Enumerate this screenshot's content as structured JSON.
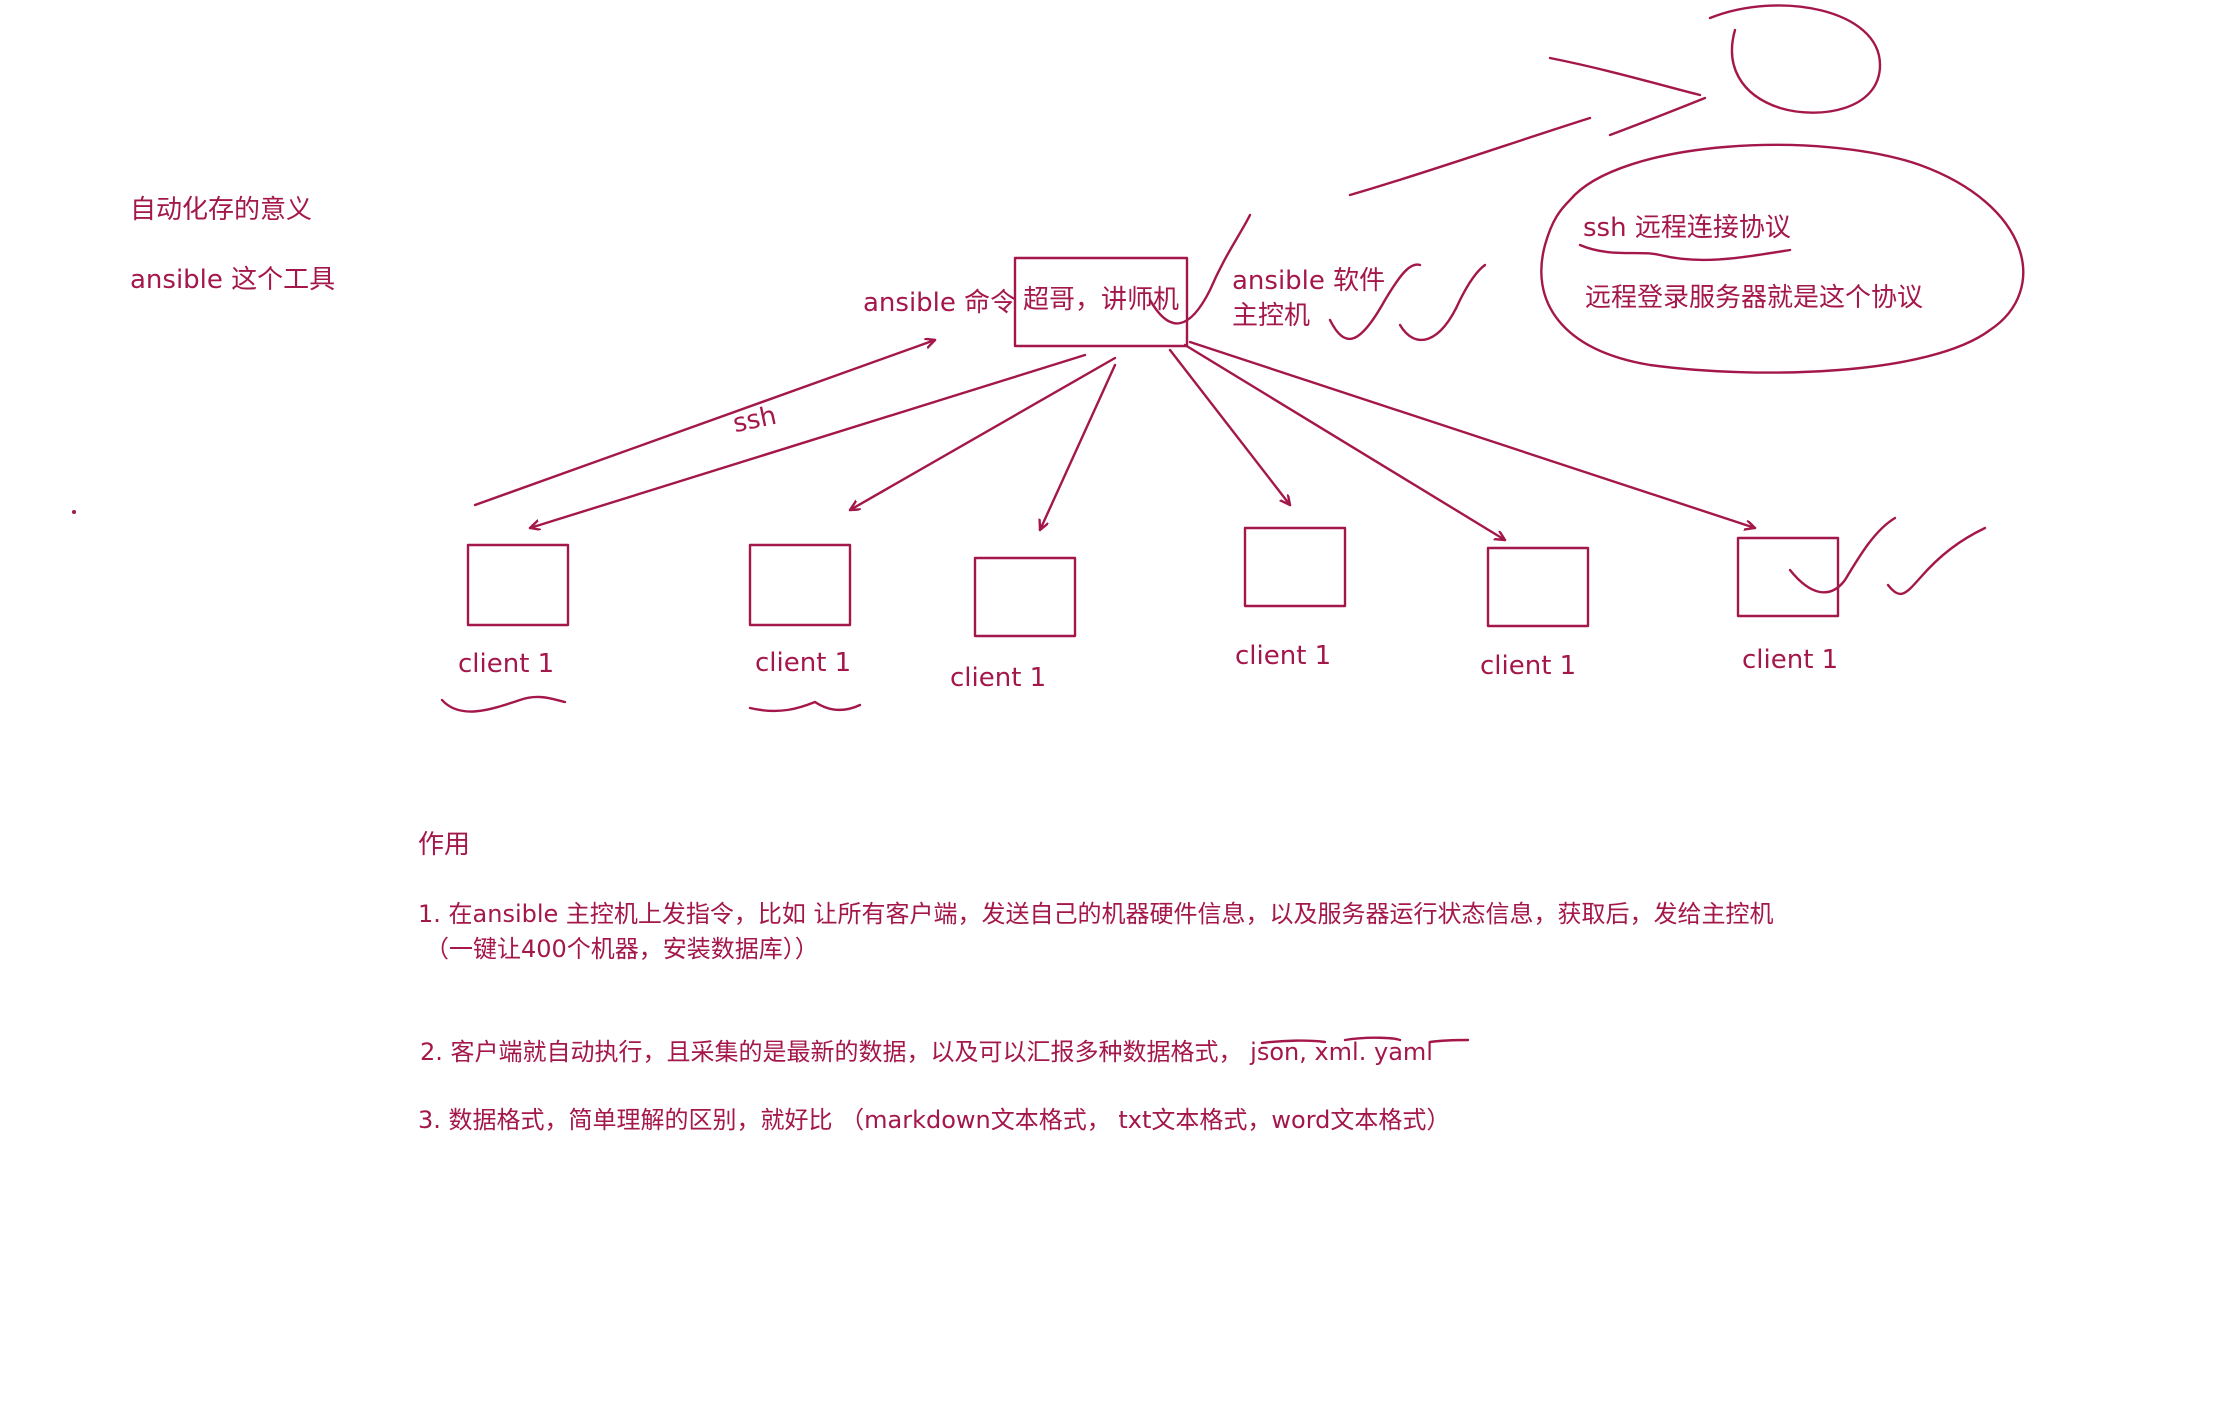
{
  "colors": {
    "ink": "#a4174a",
    "background": "#ffffff"
  },
  "notes": {
    "title": "自动化存的意义",
    "subtitle": "ansible 这个工具"
  },
  "master": {
    "command_label": "ansible 命令",
    "box_label": "超哥，讲师机",
    "software_label": "ansible 软件",
    "host_label": "主控机"
  },
  "ssh_arrow_label": "ssh",
  "bubble": {
    "line1": "ssh 远程连接协议",
    "line2": "远程登录服务器就是这个协议"
  },
  "clients": [
    {
      "label": "client 1"
    },
    {
      "label": "client 1"
    },
    {
      "label": "client 1"
    },
    {
      "label": "client 1"
    },
    {
      "label": "client 1"
    },
    {
      "label": "client 1"
    }
  ],
  "usage": {
    "heading": "作用",
    "item1_line1": "1. 在ansible 主控机上发指令，比如   让所有客户端，发送自己的机器硬件信息，以及服务器运行状态信息，获取后，发给主控机",
    "item1_line2": "（一键让400个机器，安装数据库））",
    "item2": "2. 客户端就自动执行，且采集的是最新的数据，以及可以汇报多种数据格式，  json, xml.   yaml",
    "item3": "3. 数据格式，简单理解的区别，就好比  （markdown文本格式，  txt文本格式，word文本格式）"
  }
}
